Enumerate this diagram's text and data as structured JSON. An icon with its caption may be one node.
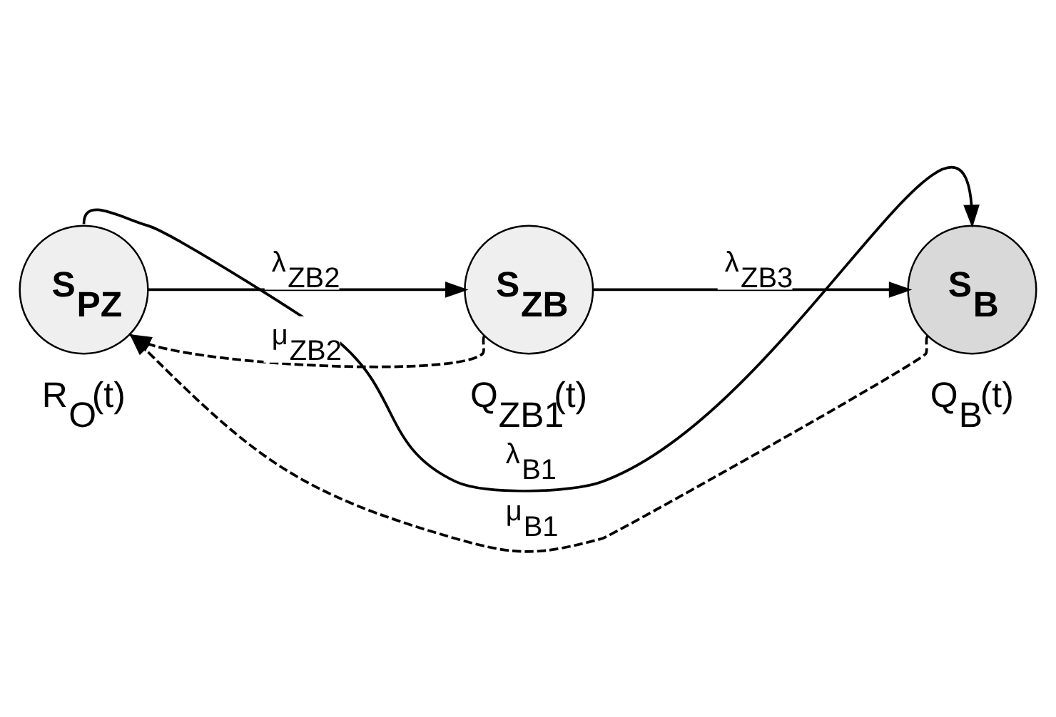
{
  "diagram": {
    "nodes": [
      {
        "text": [
          "S$_{PZ}$"
        ],
        "beside": [
          "R$_{O}$(t)"
        ]
      },
      {
        "text": [
          "S$_{ZB}$"
        ],
        "beside": [
          "Q$_{ZB1}$(t)"
        ]
      },
      {
        "text": [
          "S$_{B}$"
        ],
        "beside": [
          "Q$_{B}$(t)"
        ]
      }
    ],
    "edges": [
      {
        "from": 0,
        "to": 2,
        "arrow": "to",
        "label": "λ$_{B1}$"
      },
      {
        "from": 0,
        "to": 1,
        "arrow": "to",
        "label": "λ$_{ZB2}$"
      },
      {
        "from": 1,
        "to": 0,
        "arrow": "to",
        "label": "μ$_{ZB2}$",
        "style": "dashed"
      },
      {
        "from": 1,
        "to": 2,
        "arrow": "to",
        "label": "λ$_{ZB3}$"
      },
      {
        "from": 2,
        "to": 0,
        "arrow": "to",
        "label": "μ$_{B1}$",
        "style": "dashed"
      }
    ]
  }
}
